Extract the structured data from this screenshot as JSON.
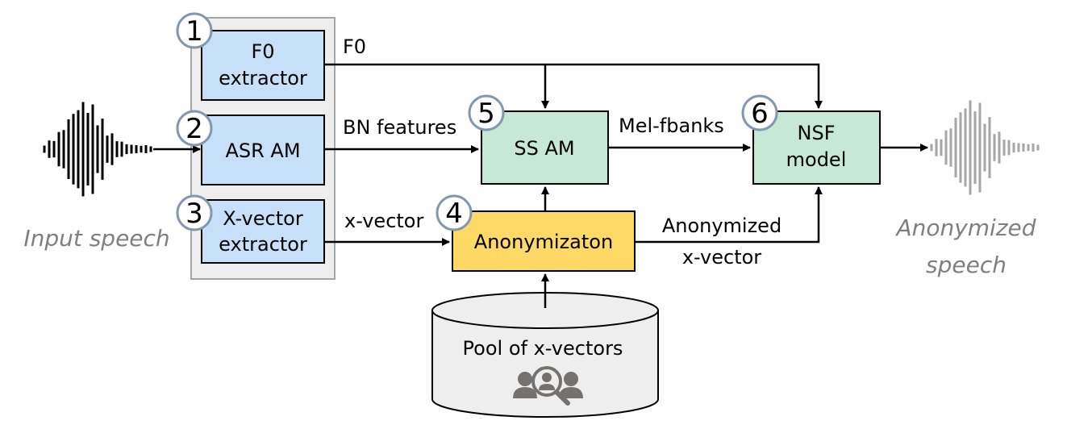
{
  "diagram": {
    "inputs": {
      "input_label": "Input speech",
      "output_label_line1": "Anonymized",
      "output_label_line2": "speech"
    },
    "blocks": {
      "f0": {
        "num": "1",
        "line1": "F0",
        "line2": "extractor"
      },
      "asr": {
        "num": "2",
        "line1": "ASR AM"
      },
      "xvec": {
        "num": "3",
        "line1": "X-vector",
        "line2": "extractor"
      },
      "anon": {
        "num": "4",
        "line1": "Anonymizaton"
      },
      "ssam": {
        "num": "5",
        "line1": "SS AM"
      },
      "nsf": {
        "num": "6",
        "line1": "NSF",
        "line2": "model"
      },
      "pool": {
        "line1": "Pool of x-vectors"
      }
    },
    "edges": {
      "f0": "F0",
      "bn": "BN features",
      "melfbanks": "Mel-fbanks",
      "xvector": "x-vector",
      "anonxvec_line1": "Anonymized",
      "anonxvec_line2": "x-vector"
    },
    "colors": {
      "blue_box": "#c5e0f8",
      "green_box": "#c5e9d5",
      "yellow_box": "#ffd966",
      "group_bg": "#eeeeee",
      "pool_bg": "#eeeeee",
      "waveform_in": "#000000",
      "waveform_out": "#a6a6a6"
    },
    "icons": {
      "pool_icon": "people-search-icon"
    }
  }
}
